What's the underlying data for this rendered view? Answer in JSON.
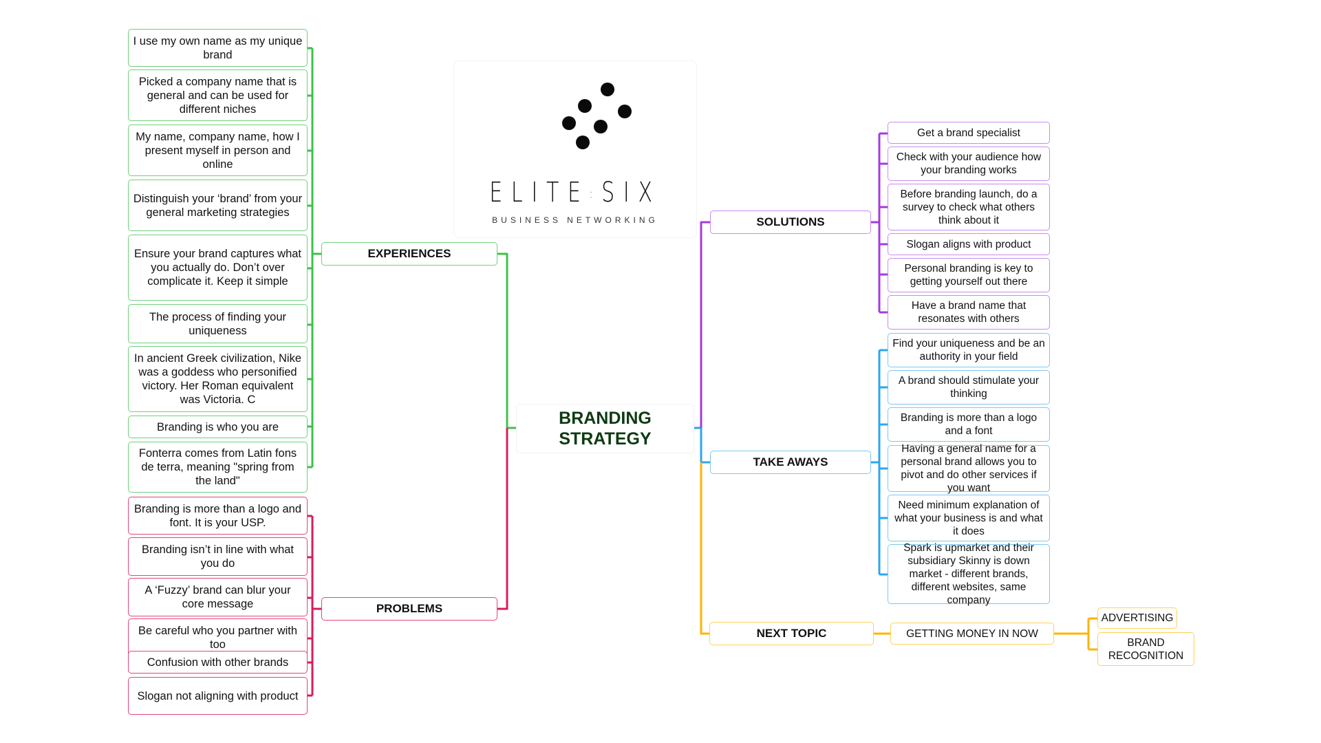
{
  "colors": {
    "experiences": "#3cc24a",
    "problems": "#d81b60",
    "solutions": "#a43ae0",
    "take_aways": "#2ba6ee",
    "next_topic": "#ffb300",
    "center_text": "#0e3a12"
  },
  "logo": {
    "icon": "six-dots-logo-icon",
    "word_left": "ELITE",
    "separator": ":",
    "word_right": "SIX",
    "tagline": "BUSINESS NETWORKING"
  },
  "center": {
    "line1": "BRANDING",
    "line2": "STRATEGY"
  },
  "experiences": {
    "label": "EXPERIENCES",
    "items": [
      "I use my own name as my unique brand",
      "Picked a company name that is general and can be used for different niches",
      "My name, company name, how I present myself in person and online",
      "Distinguish your ‘brand’ from your general marketing strategies",
      "Ensure your brand captures what you actually do. Don’t over complicate it. Keep it simple",
      "The process of finding your uniqueness",
      "In ancient Greek civilization, Nike was a goddess who personified victory. Her Roman equivalent was Victoria. C",
      "Branding is who you are",
      "Fonterra comes from Latin fons de terra, meaning \"spring from the land\""
    ]
  },
  "problems": {
    "label": "PROBLEMS",
    "items": [
      "Branding is more than a logo and font. It is your USP.",
      "Branding isn’t in line with what you do",
      "A ‘Fuzzy’ brand can blur your core message",
      "Be careful who you partner with too",
      "Confusion with other brands",
      "Slogan not aligning with product"
    ]
  },
  "solutions": {
    "label": "SOLUTIONS",
    "items": [
      "Get a brand specialist",
      "Check with your audience how your branding works",
      "Before branding launch, do a survey to check what others think about it",
      "Slogan aligns with product",
      "Personal branding is key to getting yourself out there",
      "Have a brand name that resonates with others"
    ]
  },
  "take_aways": {
    "label": "TAKE AWAYS",
    "items": [
      "Find your uniqueness and be an authority in your field",
      "A brand should stimulate your thinking",
      "Branding is more than a logo and a font",
      "Having a general name for a personal brand allows you to pivot and do other services if you want",
      "Need minimum explanation of what your business is and what it does",
      "Spark is upmarket and their subsidiary Skinny is down market - different brands, different websites, same company"
    ]
  },
  "next_topic": {
    "label": "NEXT TOPIC",
    "child": {
      "label": "GETTING MONEY IN NOW",
      "items": [
        "ADVERTISING",
        "BRAND RECOGNITION"
      ]
    }
  }
}
